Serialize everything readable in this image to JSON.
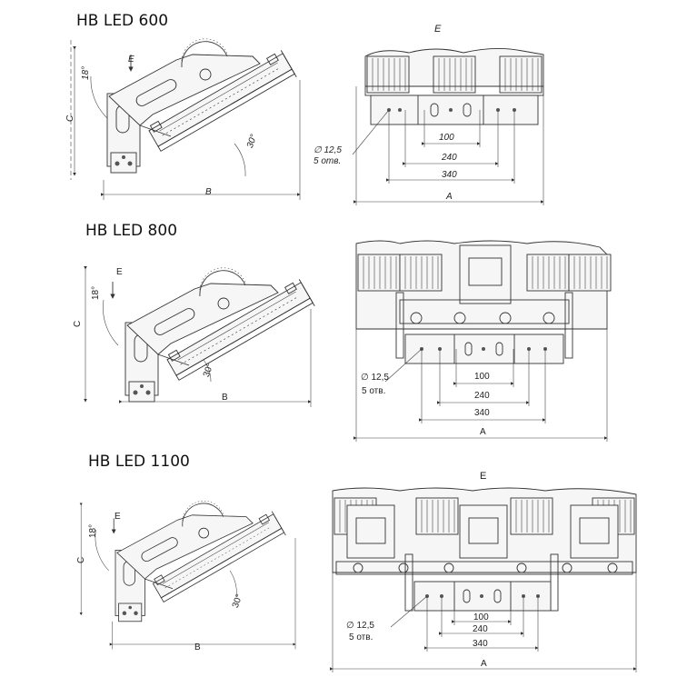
{
  "models": [
    {
      "title": "HB LED 600",
      "side": {
        "dim_b": "B",
        "dim_c": "C",
        "arrow": "E",
        "angle_top": "18°",
        "angle_bottom": "30°"
      },
      "front": {
        "view": "E",
        "d100": "100",
        "d240": "240",
        "d340": "340",
        "dim_a": "A",
        "hole_dia": "∅ 12,5",
        "holes": "5 отв."
      }
    },
    {
      "title": "HB LED 800",
      "side": {
        "dim_b": "B",
        "dim_c": "C",
        "arrow": "E",
        "angle_top": "18°",
        "angle_bottom": "30°"
      },
      "front": {
        "d100": "100",
        "d240": "240",
        "d340": "340",
        "dim_a": "A",
        "hole_dia": "∅ 12,5",
        "holes": "5 отв."
      }
    },
    {
      "title": "HB LED 1100",
      "side": {
        "dim_b": "B",
        "dim_c": "C",
        "arrow": "E",
        "angle_top": "18°",
        "angle_bottom": "30°"
      },
      "front": {
        "view": "E",
        "d100": "100",
        "d240": "240",
        "d340": "340",
        "dim_a": "A",
        "hole_dia": "∅ 12,5",
        "holes": "5 отв."
      }
    }
  ]
}
